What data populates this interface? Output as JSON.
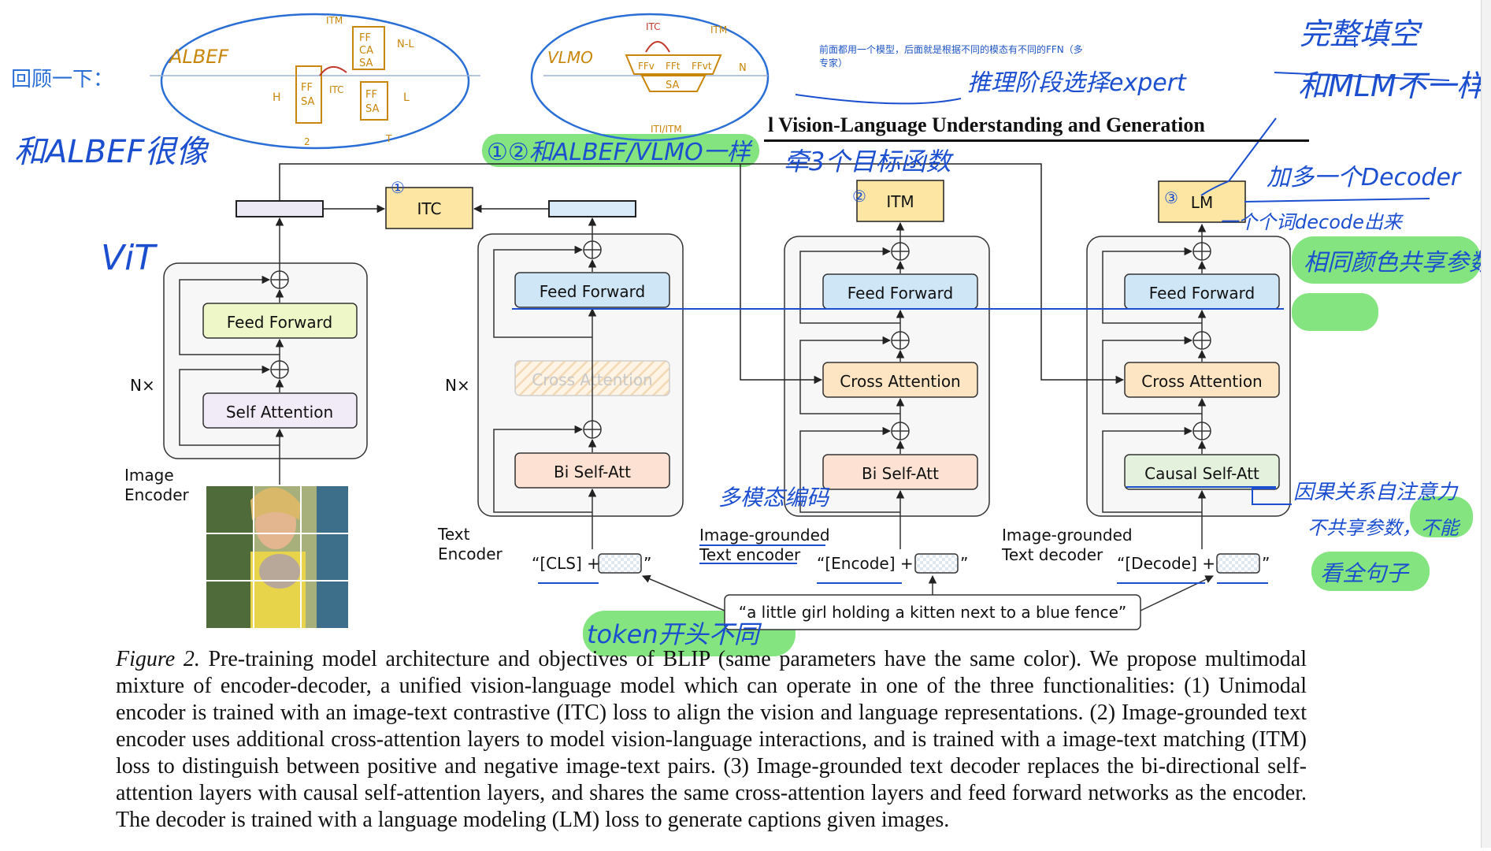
{
  "review_label": "回顾一下：",
  "note_small": "前面都用一个模型，后面就是根据不同的模态有不同的FFN（多专家）",
  "paper_title": "l Vision-Language Understanding and Generation",
  "sketch_albef": {
    "title": "ALBEF",
    "ff_ca_sa": [
      "FF",
      "CA",
      "SA"
    ],
    "ff_sa_left": [
      "FF",
      "SA"
    ],
    "ff_sa_right": [
      "FF",
      "SA"
    ],
    "labels": [
      "ITM",
      "N-L",
      "ITC",
      "H",
      "L",
      "2",
      "T"
    ]
  },
  "sketch_vlmo": {
    "title": "VLMO",
    "experts": [
      "FFv",
      "FFt",
      "FFvt"
    ],
    "sa": "SA",
    "labels": [
      "ITC",
      "ITM",
      "N",
      "ITI/ITM"
    ]
  },
  "handwritten": {
    "albef_like": "和ALBEF很像",
    "vit": "ViT",
    "same_as_albef_vlmo": "①②和ALBEF/VLMO一样",
    "three_objectives": "牵3个目标函数",
    "expert_select": "推理阶段选择expert",
    "mask_fill": "完整填空",
    "diff_mlm": "和MLM不一样",
    "add_decoder": "加多一个Decoder",
    "decode_word": "一个个词decode出来",
    "same_color_share": "相同颜色共享参数",
    "multimodal_encoder": "多模态编码",
    "causal_note": "因果关系自注意力",
    "no_share": "不共享参数，不能",
    "see_full": "看全句子",
    "token_diff": "token开头不同",
    "circle_1": "①",
    "circle_2": "②",
    "circle_3": "③"
  },
  "diagram": {
    "encoder_ff": "Feed Forward",
    "encoder_sa": "Self Attention",
    "nx": "N×",
    "image_encoder_label": [
      "Image",
      "Encoder"
    ],
    "itc": "ITC",
    "itm": "ITM",
    "lm": "LM",
    "text_encoder": {
      "ff": "Feed Forward",
      "ca": "Cross Attention",
      "sa": "Bi Self-Att",
      "label": [
        "Text",
        "Encoder"
      ],
      "input": "“[CLS] +",
      "quote_end": "”"
    },
    "grounded_encoder": {
      "ff": "Feed Forward",
      "ca": "Cross Attention",
      "sa": "Bi Self-Att",
      "label": [
        "Image-grounded",
        "Text encoder"
      ],
      "input": "“[Encode] +",
      "quote_end": "”"
    },
    "grounded_decoder": {
      "ff": "Feed Forward",
      "ca": "Cross Attention",
      "sa": "Causal Self-Att",
      "label": [
        "Image-grounded",
        "Text decoder"
      ],
      "input": "“[Decode] +",
      "quote_end": "”"
    },
    "caption_text": "“a little girl holding a kitten next to a blue fence”"
  },
  "figure_caption": {
    "label": "Figure 2.",
    "body": " Pre-training model architecture and objectives of BLIP (same parameters have the same color). We propose multimodal mixture of encoder-decoder, a unified vision-language model which can operate in one of the three functionalities: (1) Unimodal encoder is trained with an image-text contrastive (ITC) loss to align the vision and language representations. (2) Image-grounded text encoder uses additional cross-attention layers to model vision-language interactions, and is trained with a image-text matching (ITM) loss to distinguish between positive and negative image-text pairs. (3) Image-grounded text decoder replaces the bi-directional self-attention layers with causal self-attention layers, and shares the same cross-attention layers and feed forward networks as the encoder. The decoder is trained with a language modeling (LM) loss to generate captions given images."
  },
  "colors": {
    "ink_blue": "#1b4fd0",
    "sketch_orange": "#c8860a",
    "highlight_green": "#6fe06a",
    "ff_yellow": "#eef7c8",
    "ff_blue": "#cfe6f7",
    "sa_purple": "#f1ebf7",
    "ca_orange": "#fde5c4",
    "bisa_salmon": "#fde1d2",
    "causal_green": "#e3f1dd",
    "obj_yellow": "#fde6a4"
  }
}
